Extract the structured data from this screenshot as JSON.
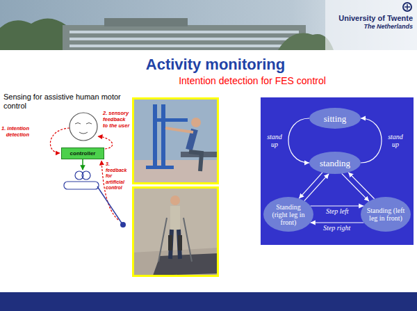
{
  "diagram": {
    "title": "Activity monitoring",
    "nodes": [
      {
        "text": [
          "controller"
        ]
      },
      {
        "text": [
          "sitting"
        ]
      },
      {
        "text": [
          "standing"
        ]
      },
      {
        "text": [
          "Standing (right leg in front)"
        ]
      },
      {
        "text": [
          "Standing (left leg in front)"
        ]
      }
    ],
    "edges": [
      {
        "from": 1,
        "to": 2,
        "label": "stand up",
        "arrow": "to"
      },
      {
        "from": 2,
        "to": 1,
        "label": "stand up",
        "arrow": "to"
      },
      {
        "from": 2,
        "to": 3,
        "arrow": "to"
      },
      {
        "from": 3,
        "to": 2,
        "arrow": "to"
      },
      {
        "from": 2,
        "to": 4,
        "arrow": "to"
      },
      {
        "from": 4,
        "to": 2,
        "arrow": "to"
      },
      {
        "from": 3,
        "to": 4,
        "label": "Step left",
        "arrow": "to"
      },
      {
        "from": 4,
        "to": 3,
        "label": "Step right",
        "arrow": "to"
      }
    ],
    "labels": [
      "University of Twente",
      "The Netherlands",
      "Intention detection for FES control",
      "Sensing for assistive human motor control",
      "1. intention detection",
      "2. sensory feedback to the user",
      "3. feedback for artificial control"
    ]
  }
}
